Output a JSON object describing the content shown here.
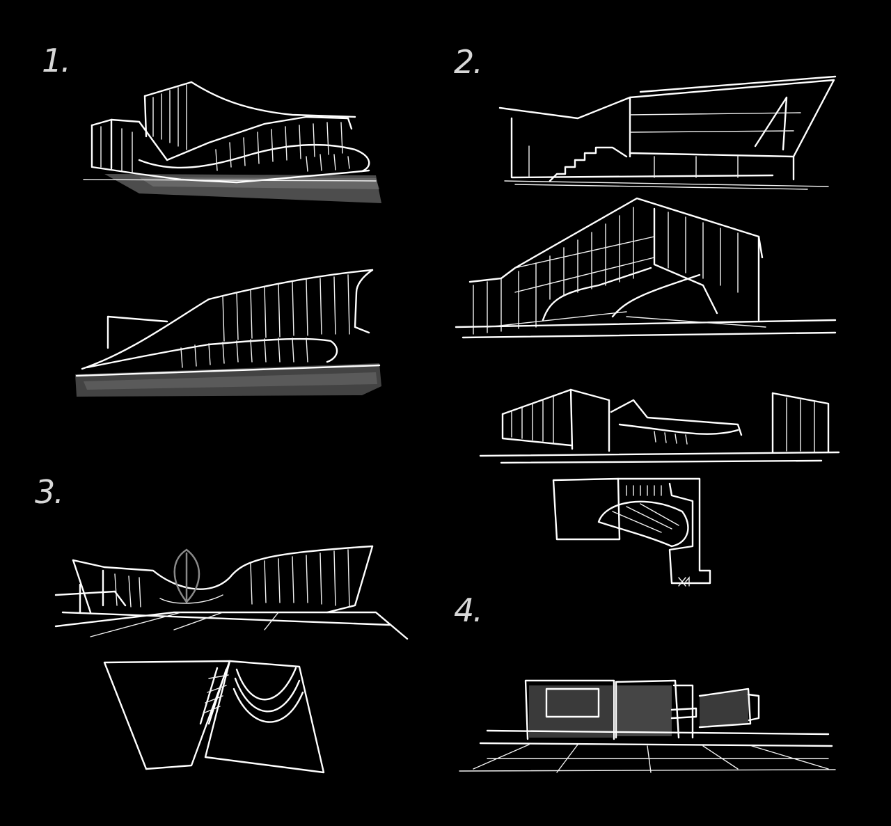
{
  "sections": [
    {
      "id": "1",
      "label": "1."
    },
    {
      "id": "2",
      "label": "2."
    },
    {
      "id": "3",
      "label": "3."
    },
    {
      "id": "4",
      "label": "4."
    }
  ],
  "colors": {
    "background": "#000000",
    "ink": "#ffffff",
    "wash": "#555555",
    "leaf": "#8a8a8a"
  }
}
